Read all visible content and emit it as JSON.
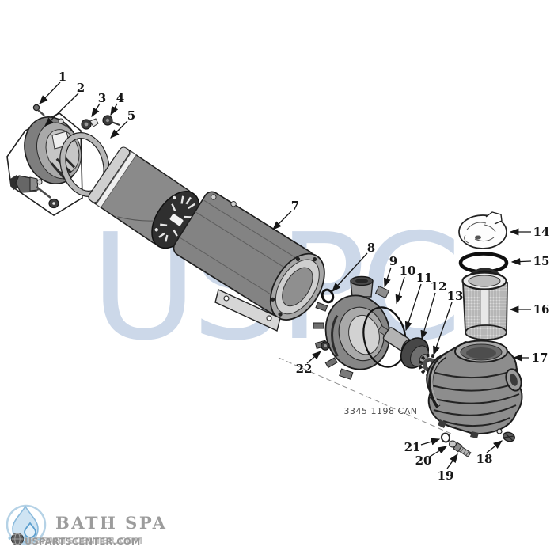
{
  "watermark": "USPC",
  "diagram": {
    "code_label": "3345 1198 CAN",
    "callouts": [
      "1",
      "2",
      "3",
      "4",
      "5",
      "7",
      "8",
      "9",
      "10",
      "11",
      "12",
      "13",
      "14",
      "15",
      "16",
      "17",
      "18",
      "19",
      "20",
      "21",
      "22"
    ]
  },
  "footer": {
    "brand": "BATH SPA",
    "website": "USPARTSCENTER.COM"
  },
  "colors": {
    "line": "#1a1a1a",
    "part_gray": "#8f8f8f",
    "watermark_blue": "#ccd8e9",
    "logo_blue": "#8abadc",
    "text_gray": "#9b9b9b"
  }
}
